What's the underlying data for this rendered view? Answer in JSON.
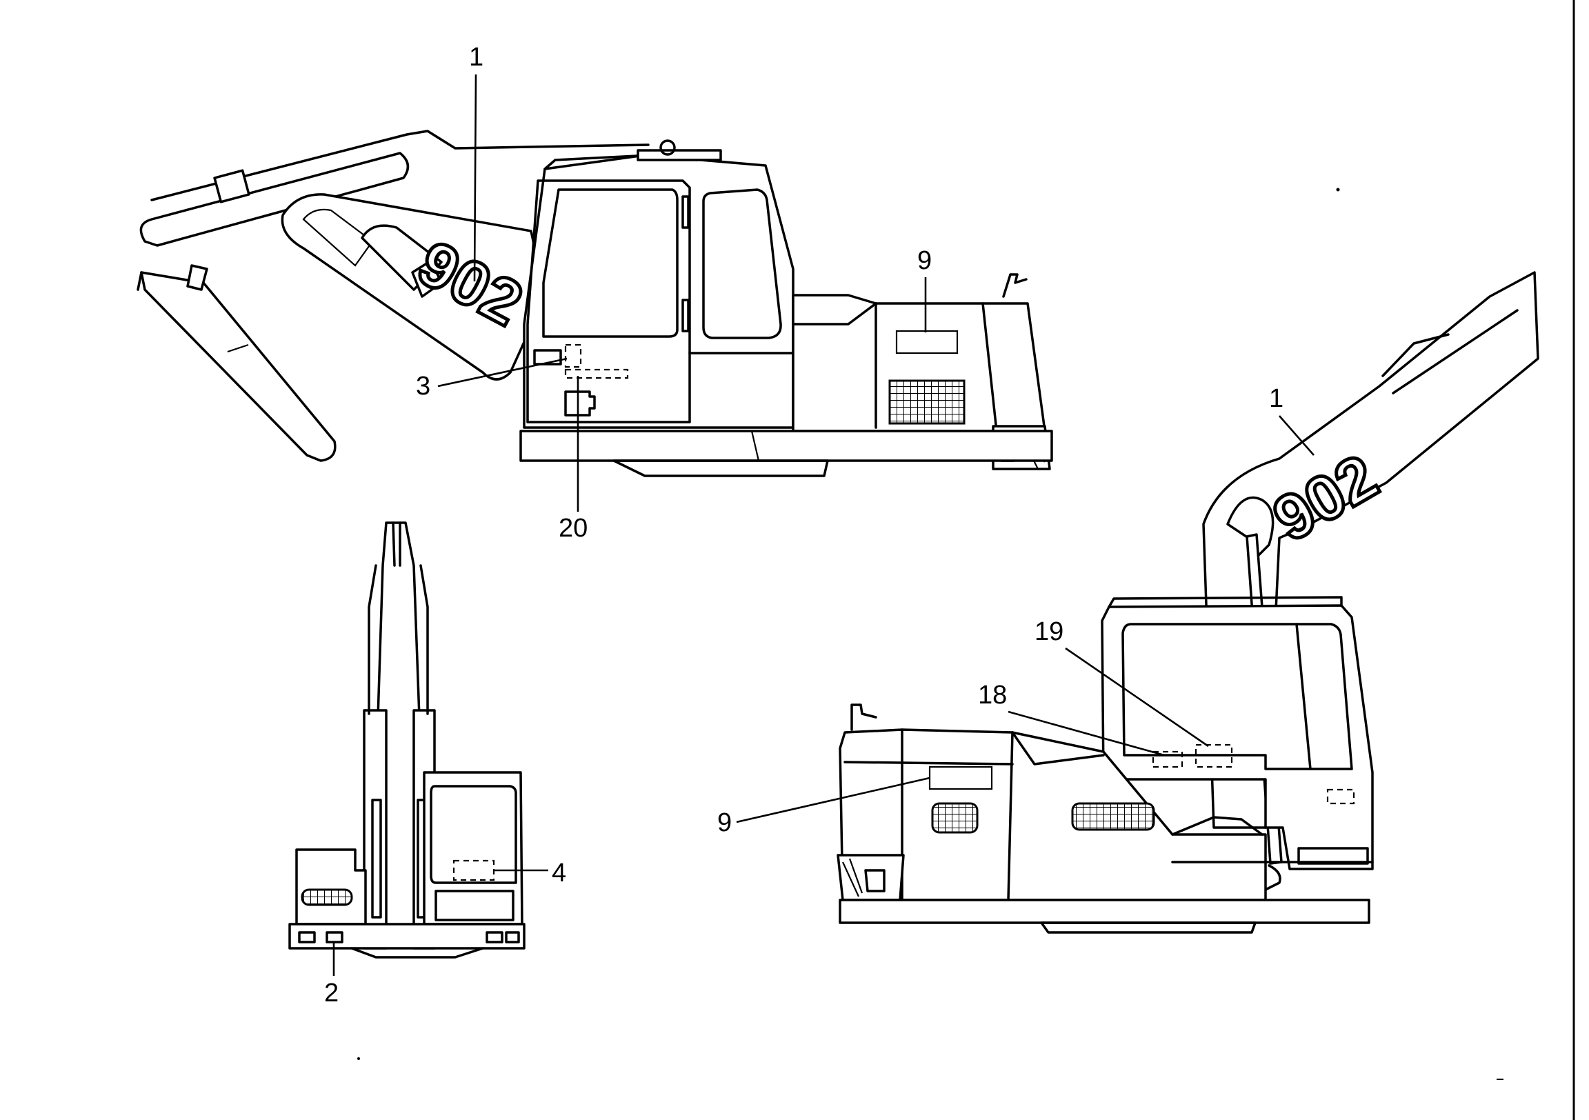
{
  "logo": "902",
  "callouts": {
    "c1_top": "1",
    "c3": "3",
    "c9_top": "9",
    "c20": "20",
    "c4": "4",
    "c2": "2",
    "c1_right": "1",
    "c19": "19",
    "c18": "18",
    "c9_right": "9"
  }
}
